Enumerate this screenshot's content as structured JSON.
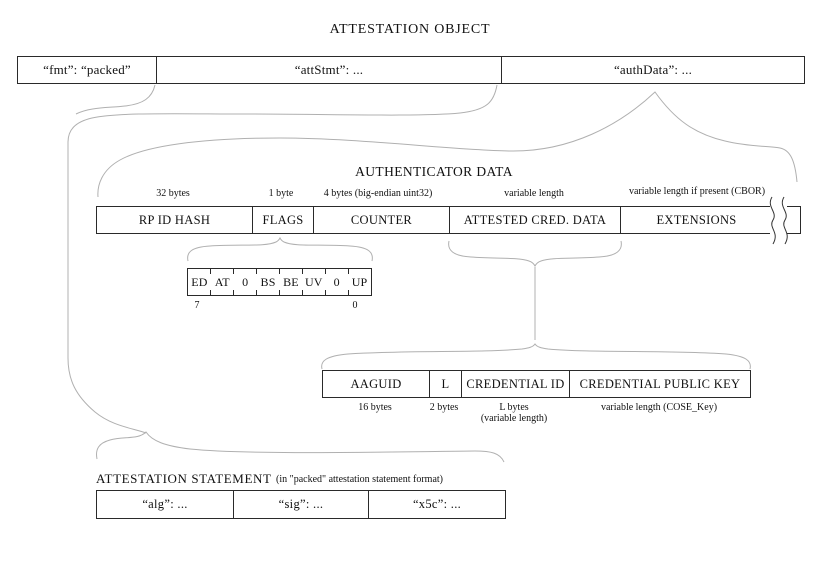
{
  "colors": {
    "curve": "#b0b0b0",
    "border": "#2a2a2a",
    "background": "#ffffff",
    "text": "#111111"
  },
  "title": "ATTESTATION OBJECT",
  "object_row": {
    "fmt": "“fmt”: “packed”",
    "attStmt": "“attStmt”: ...",
    "authData": "“authData”: ..."
  },
  "authenticator_data": {
    "title": "AUTHENTICATOR DATA",
    "fields": [
      {
        "name": "RP ID HASH",
        "size": "32 bytes"
      },
      {
        "name": "FLAGS",
        "size": "1 byte"
      },
      {
        "name": "COUNTER",
        "size": "4 bytes (big-endian uint32)"
      },
      {
        "name": "ATTESTED CRED. DATA",
        "size": "variable length"
      },
      {
        "name": "EXTENSIONS",
        "size": "variable length if present (CBOR)"
      }
    ]
  },
  "flags": {
    "bits": [
      "ED",
      "AT",
      "0",
      "BS",
      "BE",
      "UV",
      "0",
      "UP"
    ],
    "msb": "7",
    "lsb": "0"
  },
  "attested_cred_data": {
    "fields": [
      {
        "name": "AAGUID",
        "size": "16 bytes"
      },
      {
        "name": "L",
        "size": "2 bytes"
      },
      {
        "name": "CREDENTIAL ID",
        "size": "L bytes",
        "size2": "(variable length)"
      },
      {
        "name": "CREDENTIAL PUBLIC KEY",
        "size": "variable length (COSE_Key)"
      }
    ]
  },
  "attestation_statement": {
    "title": "ATTESTATION STATEMENT",
    "subtitle": "(in \"packed\" attestation statement format)",
    "cells": [
      "“alg”: ...",
      "“sig”: ...",
      "“x5c”: ..."
    ]
  }
}
